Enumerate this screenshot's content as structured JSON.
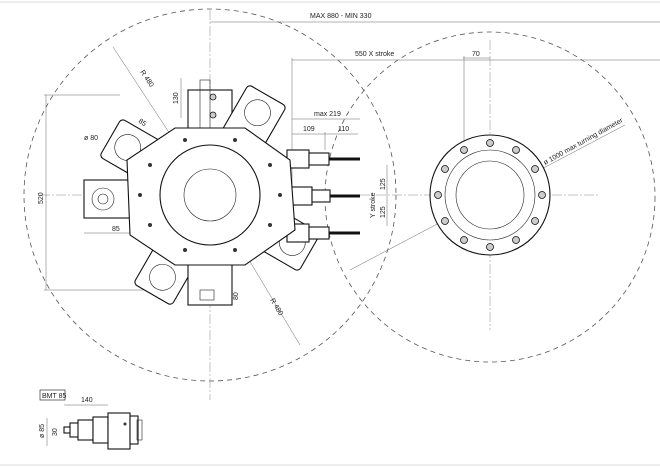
{
  "drawing": {
    "dimensions": {
      "max_min": "MAX 880  -  MIN 330",
      "x_stroke": "550  X stroke",
      "offset_70": "70",
      "radius_top": "R 480",
      "radius_bottom": "R 480",
      "height_130": "130",
      "width_85_top": "85",
      "max_219": "max 219",
      "dim_109": "109",
      "dim_110": "110",
      "dia_80": "ø 80",
      "height_520": "520",
      "width_85_left": "85",
      "y_stroke": "Y stroke",
      "dim_125_a": "125",
      "dim_125_b": "125",
      "dim_80_bottom": "80",
      "turning_diameter": "ø 1000 max  turning diameter"
    },
    "detail": {
      "label": "BMT 85",
      "length": "140",
      "dia": "ø 85",
      "shank": "30"
    }
  }
}
